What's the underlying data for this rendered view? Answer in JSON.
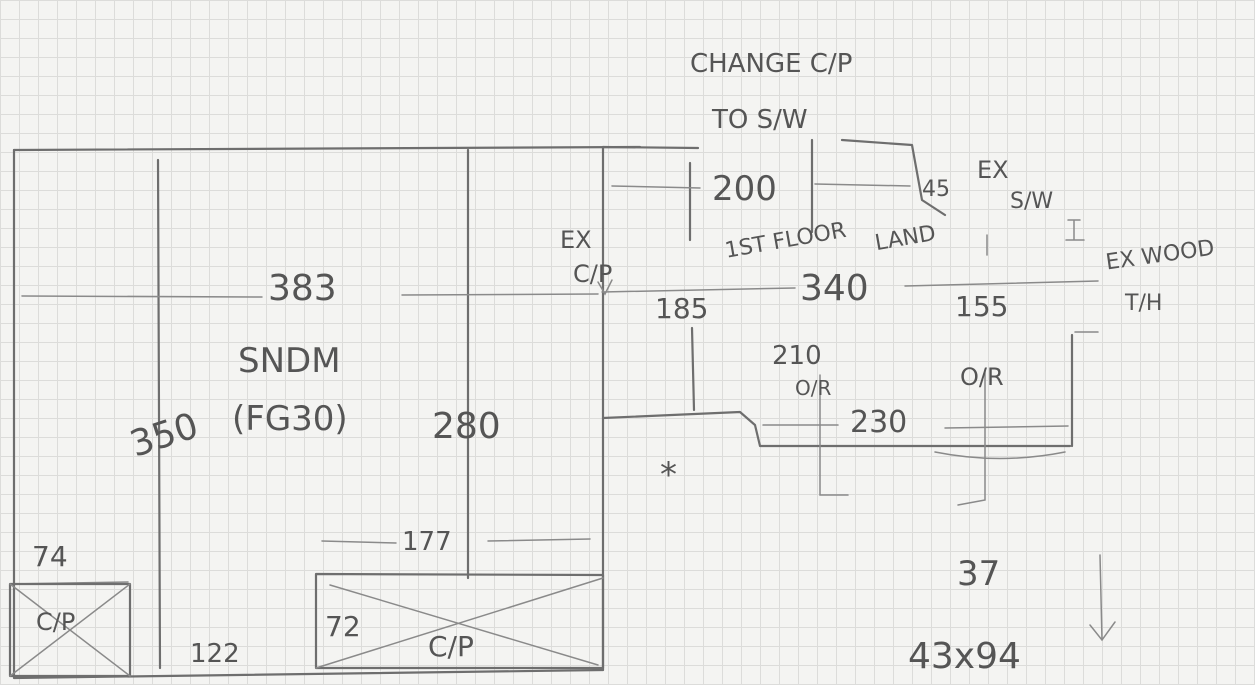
{
  "room": {
    "name": "SNDM",
    "sub": "(FG30)"
  },
  "dims": {
    "width_main": "383",
    "height_left": "350",
    "height_right": "280",
    "bottom_mid": "177",
    "bottom_left": "122",
    "top_box": "74",
    "bottom_box": "72",
    "landing_top": "200",
    "landing_len": "340",
    "landing_left": "185",
    "landing_right": "155",
    "step_left": "210",
    "step_mid": "230",
    "thirty_seven": "37",
    "forty_five": "45",
    "size": "43x94"
  },
  "notes": {
    "change_line1": "CHANGE C/P",
    "change_line2": "TO S/W",
    "ex_line1": "EX",
    "ex_line2": "S/W",
    "first_floor": "1ST FLOOR",
    "land": "LAND",
    "ex_wood_line1": "EX WOOD",
    "ex_wood_line2": "T/H",
    "ex_cp_line1": "EX",
    "ex_cp_line2": "C/P",
    "o_r_left": "O/R",
    "o_r_right": "O/R",
    "cup_left": "C/P",
    "cup_right": "C/P",
    "star": "*"
  }
}
